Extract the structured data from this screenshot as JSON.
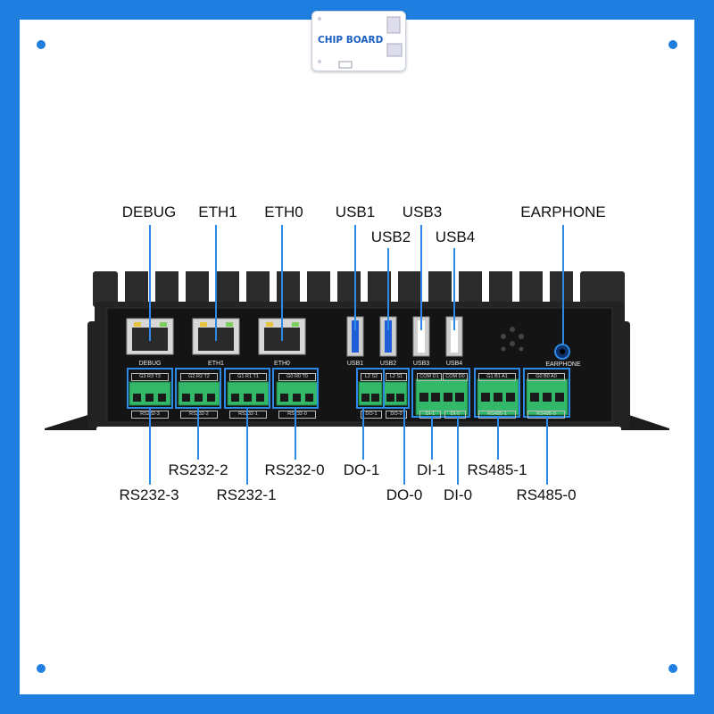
{
  "logo": {
    "text": "CHIP BOARD"
  },
  "colors": {
    "accent": "#1e7fe0",
    "callout": "#2a8ae6",
    "terminal": "#33b86a"
  },
  "top_labels": [
    {
      "id": "debug",
      "text": "DEBUG"
    },
    {
      "id": "eth1",
      "text": "ETH1"
    },
    {
      "id": "eth0",
      "text": "ETH0"
    },
    {
      "id": "usb1",
      "text": "USB1"
    },
    {
      "id": "usb3",
      "text": "USB3"
    },
    {
      "id": "usb2",
      "text": "USB2"
    },
    {
      "id": "usb4",
      "text": "USB4"
    },
    {
      "id": "earphone",
      "text": "EARPHONE"
    }
  ],
  "bottom_labels": [
    {
      "id": "rs232-2",
      "text": "RS232-2"
    },
    {
      "id": "rs232-0",
      "text": "RS232-0"
    },
    {
      "id": "do-1",
      "text": "DO-1"
    },
    {
      "id": "di-1",
      "text": "DI-1"
    },
    {
      "id": "rs485-1",
      "text": "RS485-1"
    },
    {
      "id": "rs232-3",
      "text": "RS232-3"
    },
    {
      "id": "rs232-1",
      "text": "RS232-1"
    },
    {
      "id": "do-0",
      "text": "DO-0"
    },
    {
      "id": "di-0",
      "text": "DI-0"
    },
    {
      "id": "rs485-0",
      "text": "RS485-0"
    }
  ],
  "panel_labels": {
    "debug": "DEBUG",
    "eth1": "ETH1",
    "eth0": "ETH0",
    "usb1": "USB1",
    "usb2": "USB2",
    "usb3": "USB3",
    "usb4": "USB4",
    "earphone": "EARPHONE"
  },
  "terminal_pins": {
    "rs232_3": "G3 R3 T3",
    "rs232_2": "G2 R2 T2",
    "rs232_1": "G1 R1 T1",
    "rs232_0": "G0 R0 T0",
    "do_1": "L2 S2",
    "do_0": "L2 S1",
    "di_1": "COM D1",
    "di_0": "COM D0",
    "rs485_1": "G1 B1 A1",
    "rs485_0": "G0 B0 A0"
  },
  "terminal_names": {
    "rs232_3": "RS232-3",
    "rs232_2": "RS232-2",
    "rs232_1": "RS232-1",
    "rs232_0": "RS232-0",
    "do_1": "DO-1",
    "do_0": "DO-0",
    "di_1": "DI-1",
    "di_0": "DI-0",
    "rs485_1": "RS485-1",
    "rs485_0": "RS485-0"
  }
}
